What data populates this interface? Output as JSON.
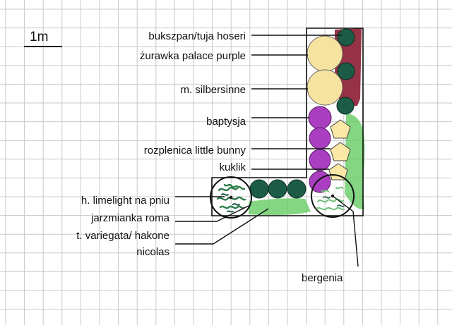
{
  "scale": {
    "text": "1m"
  },
  "labels": {
    "bukszpan": "bukszpan/tuja  hoseri",
    "zurawka": "żurawka  palace purple",
    "silbersinne": "m. silbersinne",
    "baptysja": "baptysja",
    "rozplenica": "rozplenica little bunny",
    "kuklik": "kuklik",
    "limelight": "h.  limelight na pniu",
    "jarzmianka": "jarzmianka roma",
    "variegata": "t. variegata/ hakone",
    "nicolas": "nicolas",
    "bergenia": "bergenia"
  },
  "colors": {
    "grid": "#c9c9c9",
    "dark_green": "#1c5c46",
    "maroon": "#8c1d32",
    "cream": "#f7e3a0",
    "purple": "#a93ec0",
    "light_green": "#5cc85a",
    "pentagon": "#fbe8a6",
    "outline": "#111111"
  }
}
